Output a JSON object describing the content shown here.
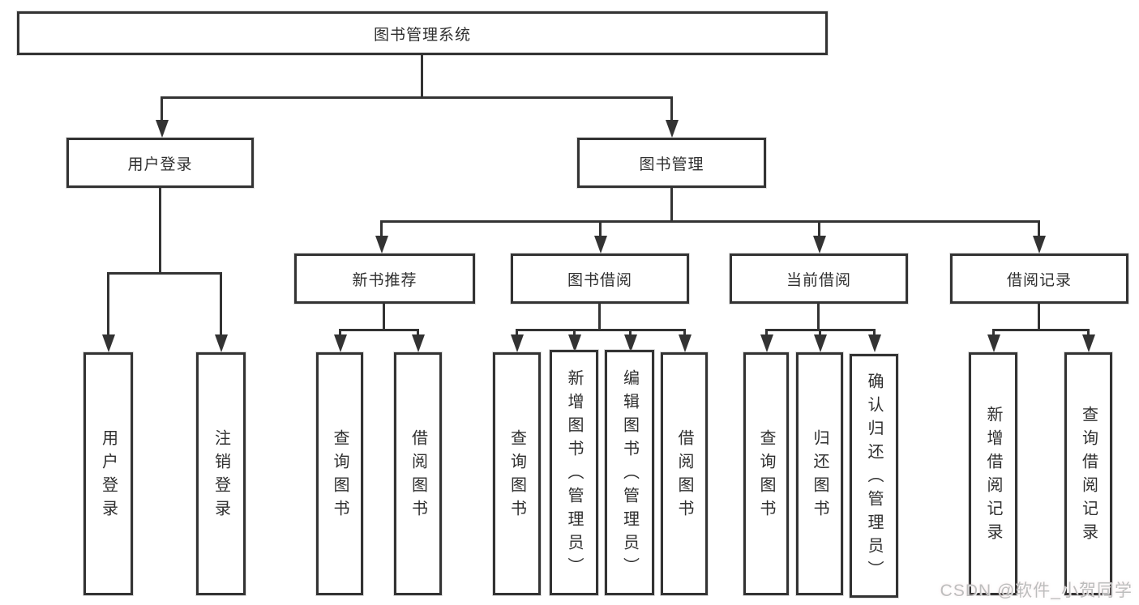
{
  "diagram": {
    "title": "图书管理系统",
    "root": {
      "label": "图书管理系统"
    },
    "level2": {
      "user_login": "用户登录",
      "book_mgmt": "图书管理"
    },
    "level3": {
      "new_books": "新书推荐",
      "borrow": "图书借阅",
      "current": "当前借阅",
      "records": "借阅记录"
    },
    "leaves": {
      "g1": [
        "用户登录",
        "注销登录"
      ],
      "g2": [
        "查询图书",
        "借阅图书"
      ],
      "g3": [
        "查询图书",
        "新增图书（管理员）",
        "编辑图书（管理员）",
        "借阅图书"
      ],
      "g4": [
        "查询图书",
        "归还图书",
        "确认归还（管理员）"
      ],
      "g5": [
        "新增借阅记录",
        "查询借阅记录"
      ]
    }
  },
  "watermark": {
    "text": "CSDN @软件_小贺同学"
  },
  "colors": {
    "line": "#333333",
    "box_border": "#333333",
    "text": "#2f2f2f",
    "background": "#ffffff",
    "watermark_text": "#bdbdbd"
  }
}
